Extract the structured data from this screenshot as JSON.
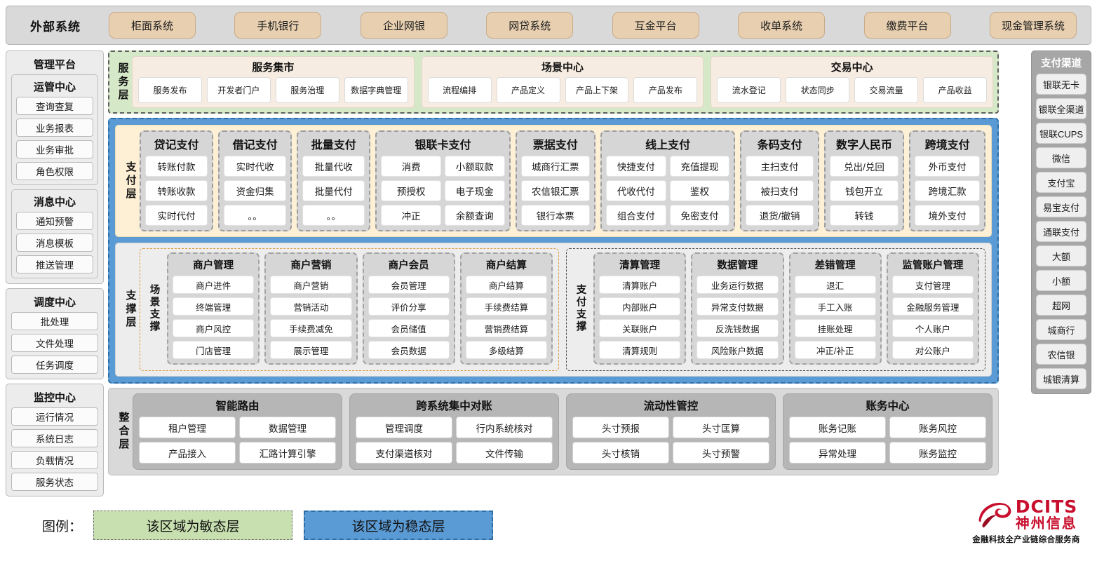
{
  "external": {
    "title": "外部系统",
    "items": [
      "柜面系统",
      "手机银行",
      "企业网银",
      "网贷系统",
      "互金平台",
      "收单系统",
      "缴费平台",
      "现金管理系统"
    ]
  },
  "left_rail": {
    "title": "管理平台",
    "groups": [
      {
        "grouped": true,
        "sections": [
          {
            "title": "运管中心",
            "items": [
              "查询查复",
              "业务报表",
              "业务审批",
              "角色权限"
            ]
          },
          {
            "title": "消息中心",
            "items": [
              "通知预警",
              "消息模板",
              "推送管理"
            ]
          }
        ]
      },
      {
        "grouped": false,
        "sections": [
          {
            "title": "调度中心",
            "items": [
              "批处理",
              "文件处理",
              "任务调度"
            ]
          }
        ]
      },
      {
        "grouped": false,
        "sections": [
          {
            "title": "监控中心",
            "items": [
              "运行情况",
              "系统日志",
              "负载情况",
              "服务状态"
            ]
          }
        ]
      }
    ]
  },
  "right_rail": {
    "title": "支付渠道",
    "items": [
      "银联无卡",
      "银联全渠道",
      "银联CUPS",
      "微信",
      "支付宝",
      "易宝支付",
      "通联支付",
      "大额",
      "小额",
      "超网",
      "城商行",
      "农信银",
      "城银清算"
    ]
  },
  "service_layer": {
    "label": "服务层",
    "groups": [
      {
        "title": "服务集市",
        "items": [
          "服务发布",
          "开发者门户",
          "服务治理",
          "数据字典管理"
        ]
      },
      {
        "title": "场景中心",
        "items": [
          "流程编排",
          "产品定义",
          "产品上下架",
          "产品发布"
        ]
      },
      {
        "title": "交易中心",
        "items": [
          "流水登记",
          "状态同步",
          "交易流量",
          "产品收益"
        ]
      }
    ]
  },
  "payment_layer": {
    "label": "支付层",
    "columns": [
      {
        "title": "贷记支付",
        "cols": 1,
        "width": 96,
        "items": [
          "转账付款",
          "转账收款",
          "实时代付"
        ]
      },
      {
        "title": "借记支付",
        "cols": 1,
        "width": 96,
        "items": [
          "实时代收",
          "资金归集",
          "。。"
        ]
      },
      {
        "title": "批量支付",
        "cols": 1,
        "width": 96,
        "items": [
          "批量代收",
          "批量代付",
          "。。"
        ]
      },
      {
        "title": "银联卡支付",
        "cols": 2,
        "width": 190,
        "items": [
          "消费",
          "小额取款",
          "预授权",
          "电子现金",
          "冲正",
          "余额查询"
        ]
      },
      {
        "title": "票据支付",
        "cols": 1,
        "width": 106,
        "items": [
          "城商行汇票",
          "农信银汇票",
          "银行本票"
        ]
      },
      {
        "title": "线上支付",
        "cols": 2,
        "width": 190,
        "items": [
          "快捷支付",
          "充值提现",
          "代收代付",
          "鉴权",
          "组合支付",
          "免密支付"
        ]
      },
      {
        "title": "条码支付",
        "cols": 1,
        "width": 104,
        "items": [
          "主扫支付",
          "被扫支付",
          "退货/撤销"
        ]
      },
      {
        "title": "数字人民币",
        "cols": 1,
        "width": 106,
        "items": [
          "兑出/兑回",
          "钱包开立",
          "转钱"
        ]
      },
      {
        "title": "跨境支付",
        "cols": 1,
        "width": 100,
        "items": [
          "外币支付",
          "跨境汇款",
          "境外支付"
        ]
      }
    ]
  },
  "support_layer": {
    "label": "支撑层",
    "blocks": [
      {
        "label": "场景支撑",
        "style": "scene",
        "columns": [
          {
            "title": "商户管理",
            "items": [
              "商户进件",
              "终端管理",
              "商户风控",
              "门店管理"
            ]
          },
          {
            "title": "商户营销",
            "items": [
              "商户营销",
              "营销活动",
              "手续费减免",
              "展示管理"
            ]
          },
          {
            "title": "商户会员",
            "items": [
              "会员管理",
              "评价分享",
              "会员储值",
              "会员数据"
            ]
          },
          {
            "title": "商户结算",
            "items": [
              "商户结算",
              "手续费结算",
              "营销费结算",
              "多级结算"
            ]
          }
        ]
      },
      {
        "label": "支付支撑",
        "style": "paysup",
        "columns": [
          {
            "title": "清算管理",
            "items": [
              "清算账户",
              "内部账户",
              "关联账户",
              "清算规则"
            ]
          },
          {
            "title": "数据管理",
            "items": [
              "业务运行数据",
              "异常支付数据",
              "反洗钱数据",
              "风险账户数据"
            ]
          },
          {
            "title": "差错管理",
            "items": [
              "退汇",
              "手工入账",
              "挂账处理",
              "冲正/补正"
            ]
          },
          {
            "title": "监管账户管理",
            "items": [
              "支付管理",
              "金融服务管理",
              "个人账户",
              "对公账户"
            ]
          }
        ]
      }
    ]
  },
  "integration_layer": {
    "label": "整合层",
    "groups": [
      {
        "title": "智能路由",
        "items": [
          "租户管理",
          "数据管理",
          "产品接入",
          "汇路计算引擎"
        ]
      },
      {
        "title": "跨系统集中对账",
        "items": [
          "管理调度",
          "行内系统核对",
          "支付渠道核对",
          "文件传输"
        ]
      },
      {
        "title": "流动性管控",
        "items": [
          "头寸预报",
          "头寸匡算",
          "头寸核销",
          "头寸预警"
        ]
      },
      {
        "title": "账务中心",
        "items": [
          "账务记账",
          "账务风控",
          "异常处理",
          "账务监控"
        ]
      }
    ]
  },
  "legend": {
    "label": "图例：",
    "agile": "该区域为敏态层",
    "stable": "该区域为稳态层",
    "agile_color": "#c8e0b0",
    "stable_color": "#5b9bd5"
  },
  "logo": {
    "brand_en": "DCITS",
    "brand_cn": "神州信息",
    "tagline": "金融科技全产业链综合服务商",
    "color": "#c8102e"
  }
}
